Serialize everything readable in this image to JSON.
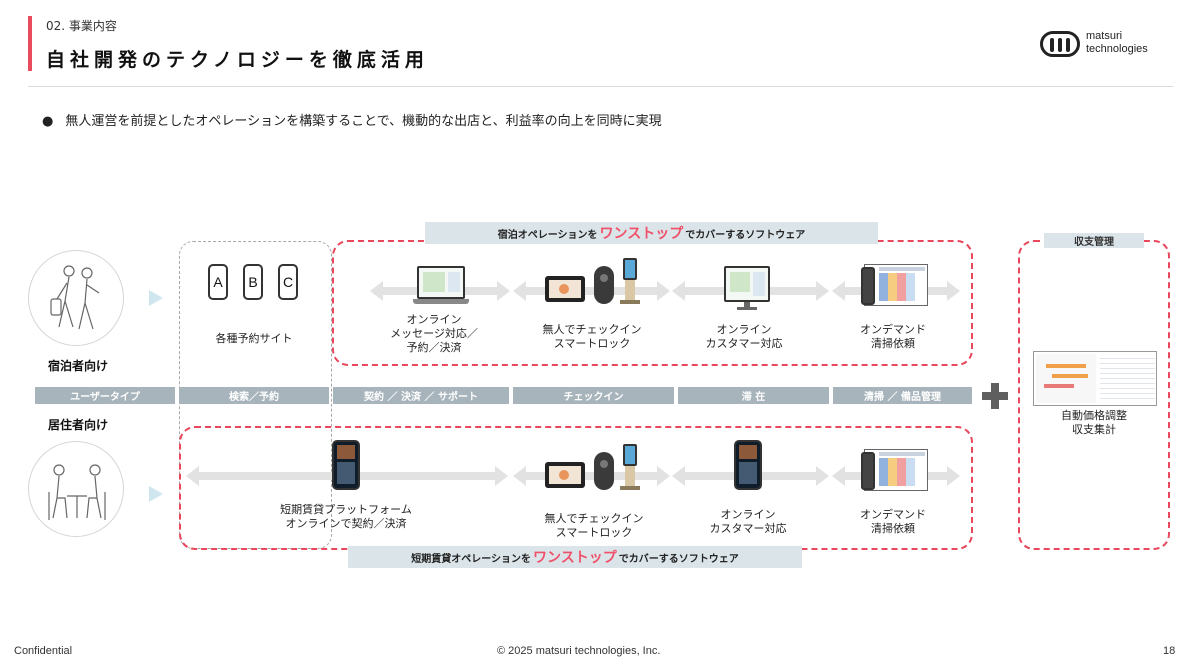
{
  "header": {
    "section_label": "02. 事業内容",
    "title": "自社開発のテクノロジーを徹底活用",
    "logo_line1": "matsuri",
    "logo_line2": "technologies"
  },
  "bullet": "無人運営を前提としたオペレーションを構築することで、機動的な出店と、利益率の向上を同時に実現",
  "banners": {
    "top_pre": "宿泊オペレーションを",
    "top_em": "ワンストップ",
    "top_post": "でカバーするソフトウェア",
    "bottom_pre": "短期賃貸オペレーションを",
    "bottom_em": "ワンストップ",
    "bottom_post": "でカバーするソフトウェア",
    "revenue": "収支管理"
  },
  "user_types": {
    "stay": "宿泊者向け",
    "residence": "居住者向け"
  },
  "stages": [
    "ユーザータイプ",
    "検索／予約",
    "契約 ／ 決済 ／ サポート",
    "チェックイン",
    "滞 在",
    "清掃 ／ 備品管理"
  ],
  "booking": {
    "phones": [
      "A",
      "B",
      "C"
    ],
    "label": "各種予約サイト"
  },
  "top_row": {
    "online_message": [
      "オンライン",
      "メッセージ対応／",
      "予約／決済"
    ],
    "checkin": [
      "無人でチェックイン",
      "スマートロック"
    ],
    "customer": [
      "オンライン",
      "カスタマー対応"
    ],
    "cleaning": [
      "オンデマンド",
      "清掃依頼"
    ]
  },
  "bottom_row": {
    "platform": [
      "短期賃貸プラットフォーム",
      "オンラインで契約／決済"
    ],
    "checkin": [
      "無人でチェックイン",
      "スマートロック"
    ],
    "customer": [
      "オンライン",
      "カスタマー対応"
    ],
    "cleaning": [
      "オンデマンド",
      "清掃依頼"
    ]
  },
  "revenue": {
    "caption": [
      "自動価格調整",
      "収支集計"
    ]
  },
  "footer": {
    "left": "Confidential",
    "center": "© 2025 matsuri technologies, Inc.",
    "page": "18"
  },
  "colors": {
    "accent": "#e84c5c",
    "dashed_red": "#e8475c",
    "banner_bg": "#dbe4e8",
    "stage_bg": "#a7b4bb"
  }
}
